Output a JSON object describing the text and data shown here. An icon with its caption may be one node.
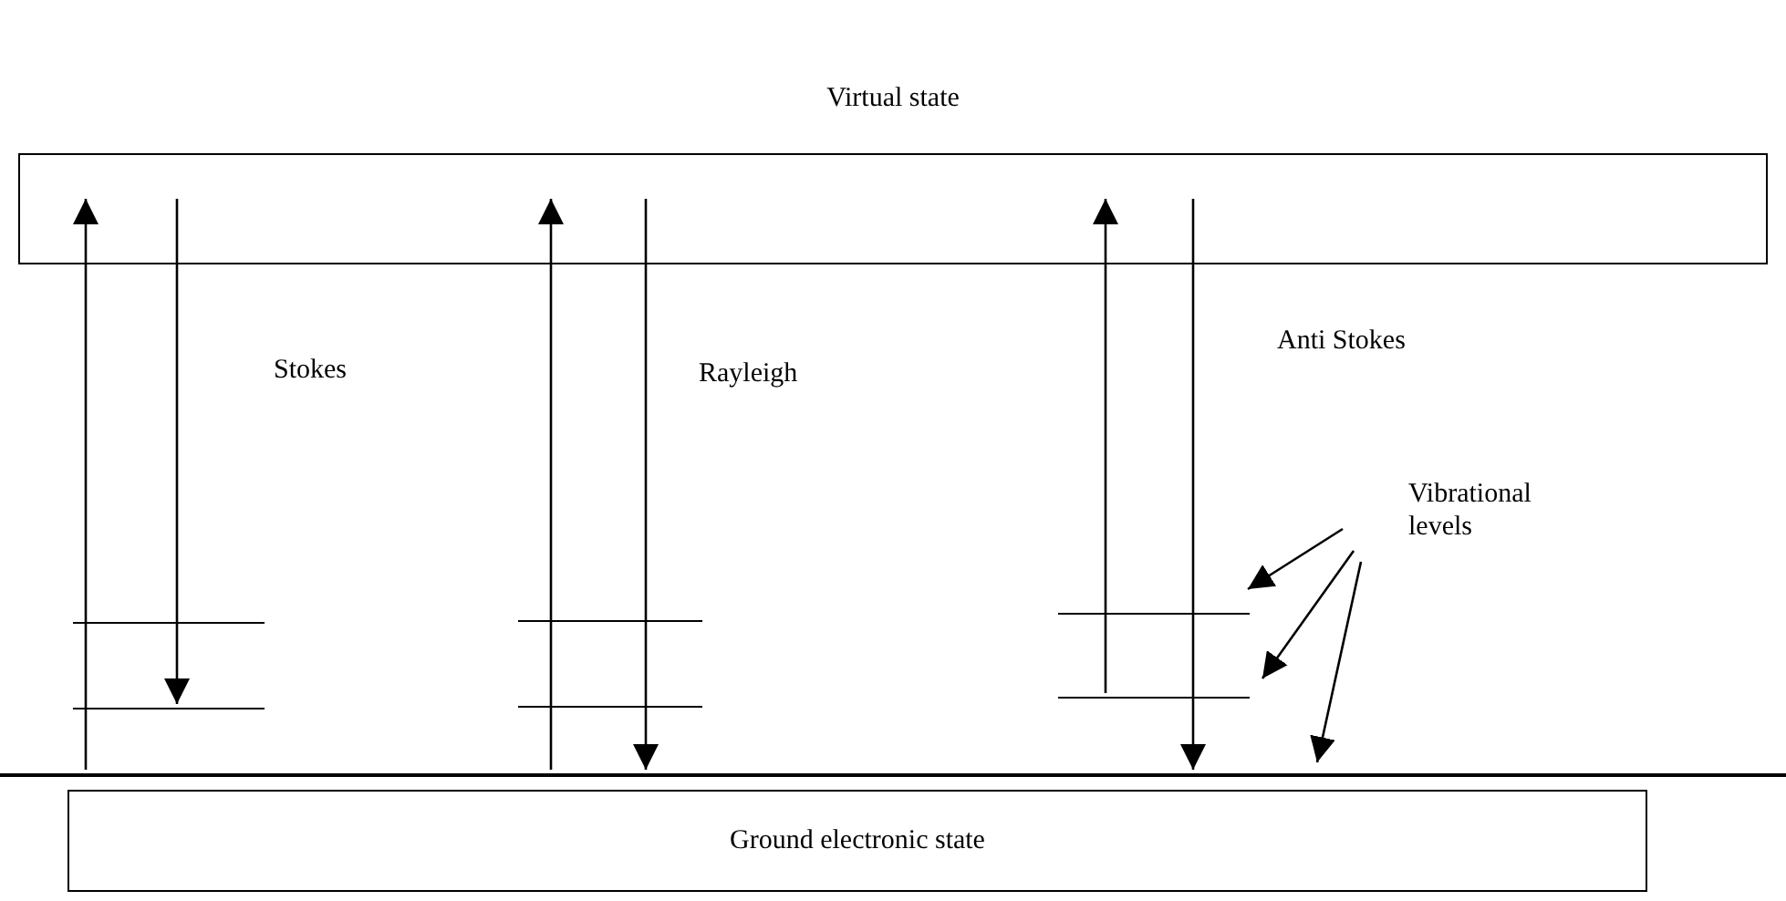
{
  "diagram": {
    "nodes": [
      {
        "text": [
          "Virtual state"
        ]
      },
      {
        "text": [],
        "shape": "bar"
      },
      {
        "text": [],
        "shape": "bar"
      },
      {
        "text": [],
        "shape": "bar"
      },
      {
        "text": [],
        "shape": "bar"
      },
      {
        "text": [],
        "shape": "bar"
      },
      {
        "text": [],
        "shape": "bar"
      },
      {
        "text": [
          "Vibrational levels"
        ]
      },
      {
        "text": [],
        "shape": "bar"
      },
      {
        "text": [
          "Ground electronic state"
        ]
      }
    ],
    "edges": [
      {
        "from": 8,
        "to": 0,
        "arrow": "to"
      },
      {
        "from": 0,
        "to": 2,
        "arrow": "to"
      },
      {
        "from": 8,
        "to": 0,
        "arrow": "to"
      },
      {
        "from": 0,
        "to": 8,
        "arrow": "to"
      },
      {
        "from": 6,
        "to": 0,
        "arrow": "to"
      },
      {
        "from": 0,
        "to": 8,
        "arrow": "to"
      },
      {
        "from": 7,
        "to": 5,
        "arrow": "to"
      },
      {
        "from": 7,
        "to": 6,
        "arrow": "to"
      },
      {
        "from": 7,
        "to": 8,
        "arrow": "to"
      }
    ],
    "labels": [
      "Stokes",
      "Rayleigh",
      "Anti Stokes"
    ]
  }
}
